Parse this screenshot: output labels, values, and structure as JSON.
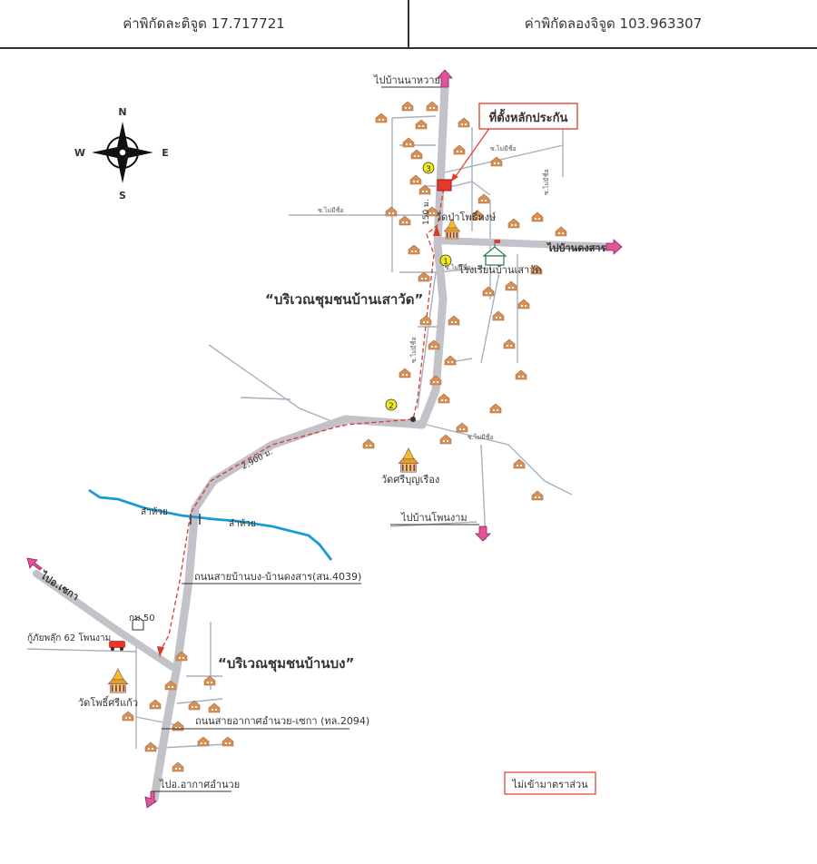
{
  "header": {
    "latitude": "ค่าพิกัดละติจูด 17.717721",
    "longitude": "ค่าพิกัดลองจิจูด 103.963307"
  },
  "compass": {
    "n": "N",
    "s": "S",
    "e": "E",
    "w": "W"
  },
  "labels": {
    "to_nawai": "ไปบ้านนาหวาย",
    "site": "ที่ตั้งหลักประกัน",
    "wat_phosong": "วัดป่าโพธิ์หงษ์",
    "to_dongsan": "ไปบ้านดงสาร",
    "school": "โรงเรียนบ้านเสาวัด",
    "community_saowat": "“บริเวณชุมชนบ้านเสาวัด”",
    "dist_150": "150 ม.",
    "dist_2900": "2,900 ม.",
    "wat_sriboon": "วัดศรีบุญเรือง",
    "to_phonngam": "ไปบ้านโพนงาม",
    "stream1": "ลำห้วย",
    "stream2": "ลำห้วย",
    "road_4039": "ถนนสายบ้านบง-บ้านดงสาร(สน.4039)",
    "to_sekha": "ไปอ.เซกา",
    "km50": "กม.50",
    "rescue": "กู้ภัยพลุ๊ก 62 โพนงาม",
    "community_bong": "“บริเวณชุมชนบ้านบง”",
    "wat_phosrikaew": "วัดโพธิ์ศรีแก้ว",
    "road_2094": "ถนนสายอากาศอำนวย-เซกา (ทล.2094)",
    "to_akat": "ไปอ.อากาศอำนวย",
    "not_to_scale": "ไม่เข้ามาตราส่วน",
    "soi": "ซ.ไม่มีชื่อ"
  },
  "markers": {
    "m1": "1",
    "m2": "2",
    "m3": "3"
  },
  "colors": {
    "main_road": "#c2c2c8",
    "minor_road": "#a8b0bd",
    "stream": "#1a9bd6",
    "route": "#d63b2f",
    "arrow": "#e0559a",
    "house": "#d5915a",
    "marker": "#f2ea1a",
    "site": "#e23a2a"
  }
}
